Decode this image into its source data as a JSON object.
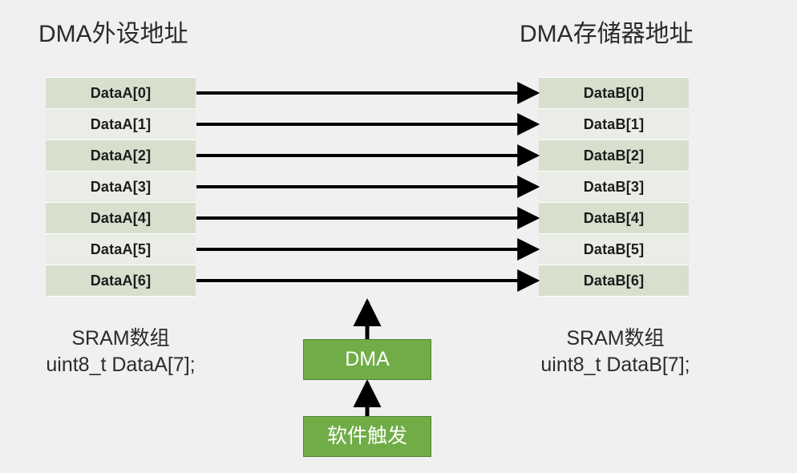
{
  "diagram": {
    "background_color": "#f0f0f0",
    "title_left": "DMA外设地址",
    "title_right": "DMA存储器地址",
    "source": {
      "caption_line1": "SRAM数组",
      "caption_line2": "uint8_t DataA[7];",
      "cells": [
        "DataA[0]",
        "DataA[1]",
        "DataA[2]",
        "DataA[3]",
        "DataA[4]",
        "DataA[5]",
        "DataA[6]"
      ]
    },
    "destination": {
      "caption_line1": "SRAM数组",
      "caption_line2": "uint8_t DataB[7];",
      "cells": [
        "DataB[0]",
        "DataB[1]",
        "DataB[2]",
        "DataB[3]",
        "DataB[4]",
        "DataB[5]",
        "DataB[6]"
      ]
    },
    "blocks": {
      "dma_label": "DMA",
      "trigger_label": "软件触发",
      "fill_color": "#70ad47",
      "border_color": "#548235",
      "text_color": "#ffffff"
    },
    "row_colors": {
      "dark": "#d6e0cd",
      "light": "#e9ede6"
    },
    "arrow_color": "#000000",
    "arrow_count": 7
  }
}
